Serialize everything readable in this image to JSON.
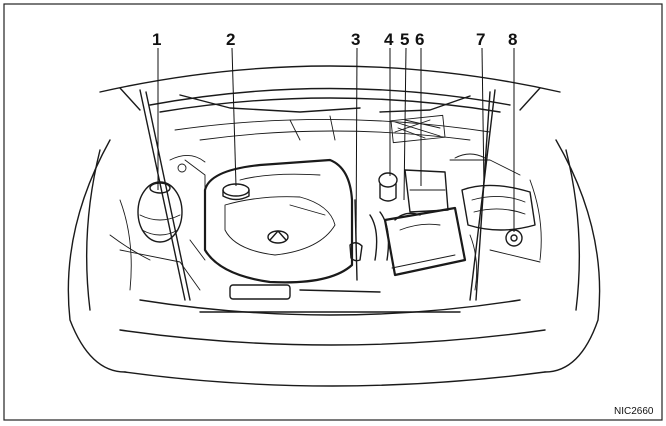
{
  "diagram": {
    "callouts": [
      {
        "id": "1",
        "label": "1"
      },
      {
        "id": "2",
        "label": "2"
      },
      {
        "id": "3",
        "label": "3"
      },
      {
        "id": "4",
        "label": "4"
      },
      {
        "id": "5",
        "label": "5"
      },
      {
        "id": "6",
        "label": "6"
      },
      {
        "id": "7",
        "label": "7"
      },
      {
        "id": "8",
        "label": "8"
      }
    ],
    "figure_code": "NIC2660"
  }
}
